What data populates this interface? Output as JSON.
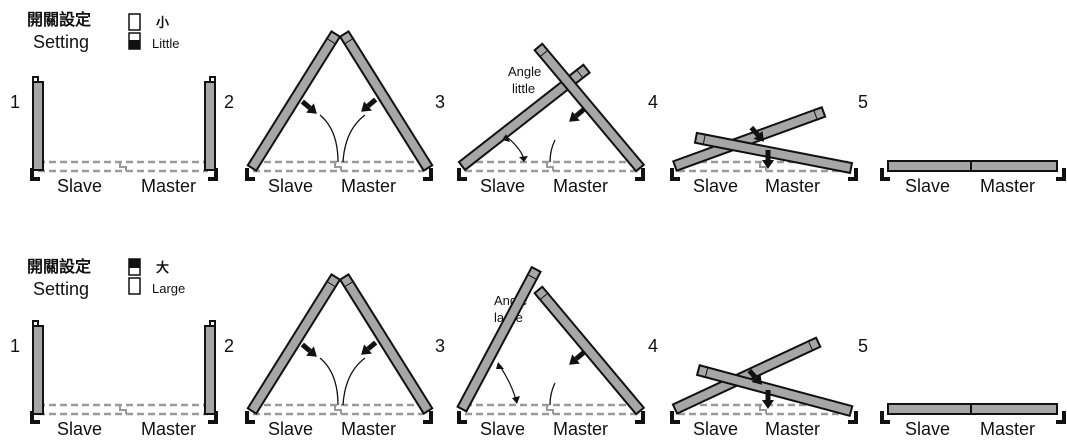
{
  "sections": [
    {
      "setting_cjk": "開關設定",
      "setting_en": "Setting",
      "switch_cjk": "小",
      "switch_en": "Little",
      "angle_line1": "Angle",
      "angle_line2": "little",
      "step_numbers": [
        "1",
        "2",
        "3",
        "4",
        "5"
      ],
      "slave_label": "Slave",
      "master_label": "Master"
    },
    {
      "setting_cjk": "開關設定",
      "setting_en": "Setting",
      "switch_cjk": "大",
      "switch_en": "Large",
      "angle_line1": "Angle",
      "angle_line2": "large",
      "step_numbers": [
        "1",
        "2",
        "3",
        "4",
        "5"
      ],
      "slave_label": "Slave",
      "master_label": "Master"
    }
  ],
  "colors": {
    "door_fill": "#a6a6a6",
    "outline": "#111111",
    "dashed_line": "#9a9a9a"
  }
}
